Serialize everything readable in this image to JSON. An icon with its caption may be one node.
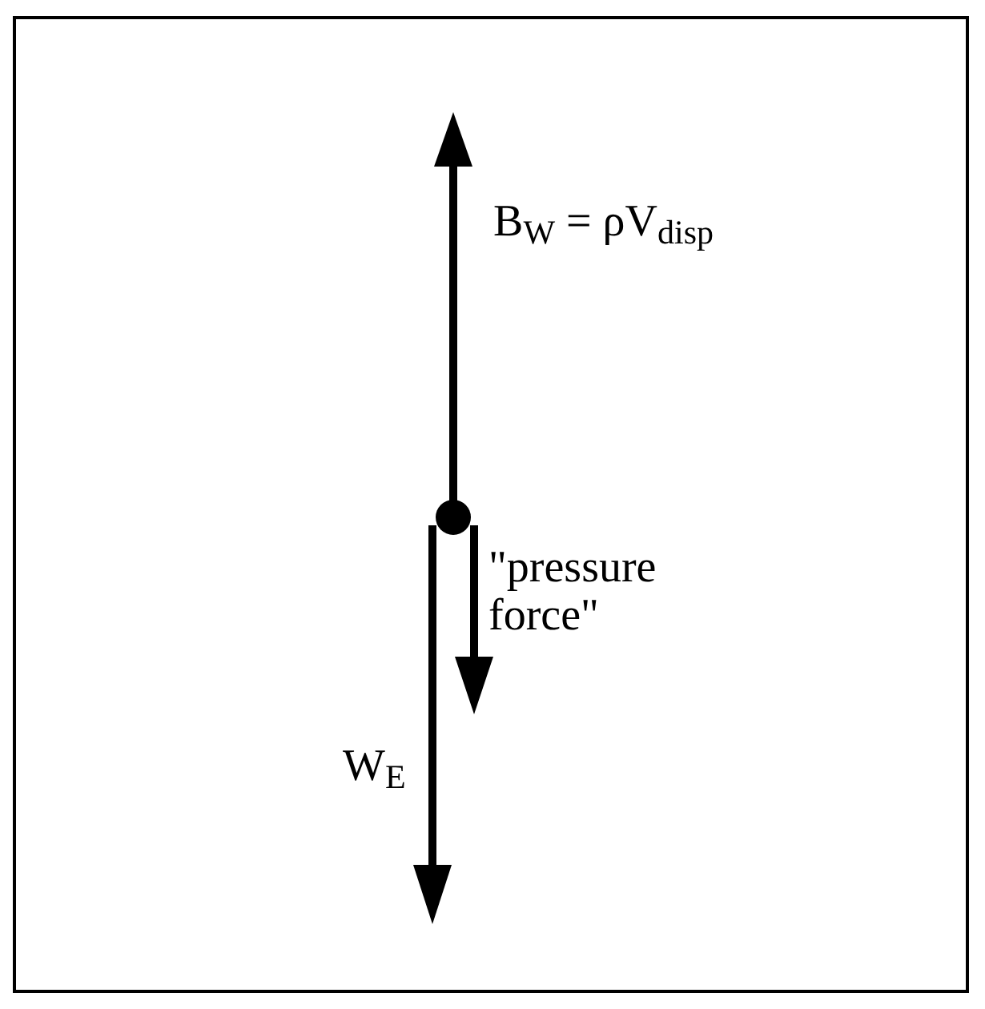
{
  "diagram": {
    "labels": [
      "B$_{W}$ = ρV$_{disp}$",
      "\"pressure force\"",
      "W$_{E}$"
    ]
  }
}
